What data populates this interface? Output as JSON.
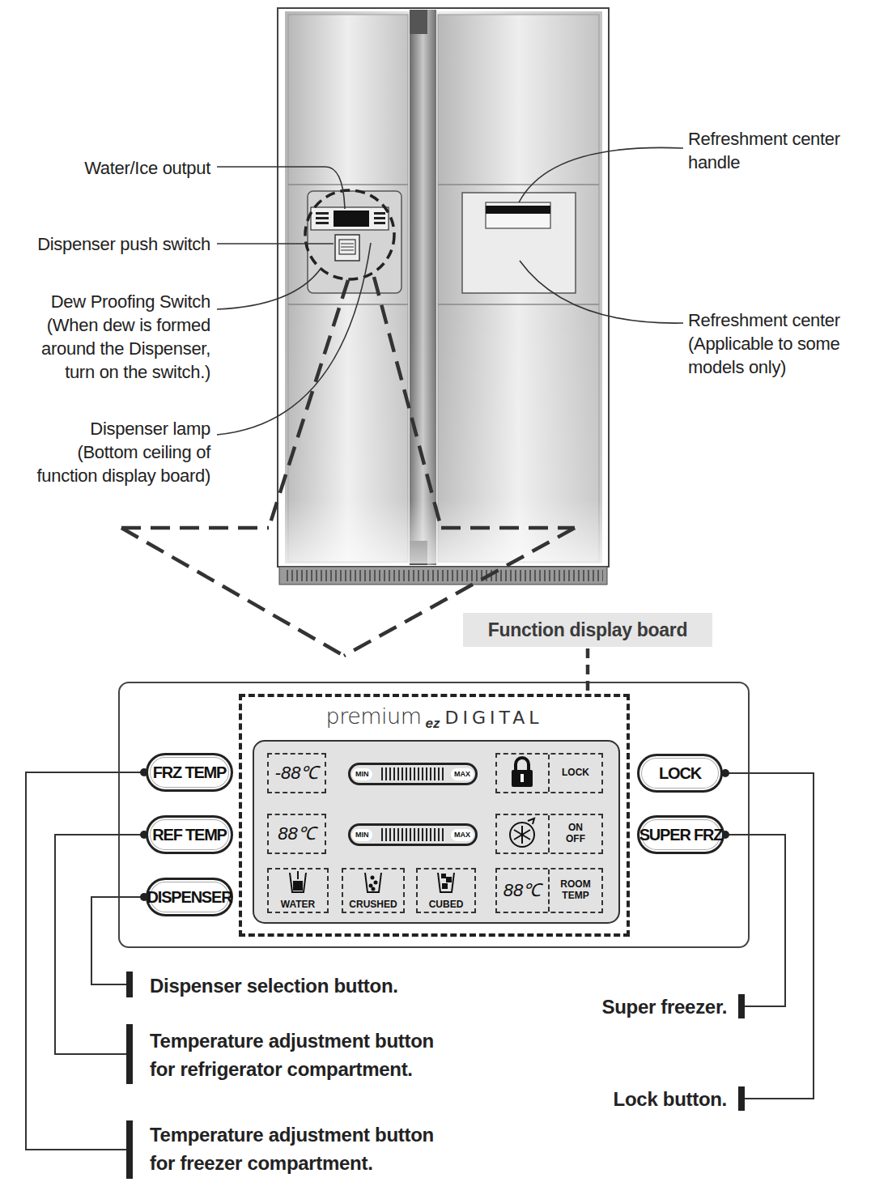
{
  "diagram": {
    "nodes": [
      {
        "text": [
          "Function display board"
        ]
      },
      {
        "text": [
          "FRZ TEMP"
        ]
      },
      {
        "text": [
          "REF TEMP"
        ]
      },
      {
        "text": [
          "DISPENSER"
        ]
      },
      {
        "text": [
          "premium",
          "ez",
          "DIGITAL"
        ]
      },
      {
        "text": [
          "-88℃"
        ],
        "in": 4
      },
      {
        "text": [
          "MIN",
          "MAX"
        ],
        "in": 4
      },
      {
        "text": [
          "LOCK"
        ],
        "in": 4
      },
      {
        "text": [
          "88℃"
        ],
        "in": 4
      },
      {
        "text": [
          "MIN",
          "MAX"
        ],
        "in": 4
      },
      {
        "text": [
          "ON OFF"
        ],
        "in": 4
      },
      {
        "text": [
          "WATER"
        ],
        "in": 4
      },
      {
        "text": [
          "CRUSHED"
        ],
        "in": 4
      },
      {
        "text": [
          "CUBED"
        ],
        "in": 4
      },
      {
        "text": [
          "88℃",
          "ROOM TEMP"
        ],
        "in": 4
      },
      {
        "text": [
          "LOCK"
        ]
      },
      {
        "text": [
          "SUPER FRZ"
        ]
      }
    ],
    "edges": [
      {
        "from": 0,
        "to": 4,
        "arrow": "none"
      }
    ],
    "labels": [
      "Water/Ice output",
      "Dispenser push switch",
      "Dew Proofing Switch (When dew is formed around the Dispenser, turn on the switch.)",
      "Dispenser lamp (Bottom ceiling of function display board)",
      "Refreshment center handle",
      "Refreshment center (Applicable to some models only)",
      "Dispenser selection button.",
      "Temperature adjustment button for refrigerator compartment.",
      "Temperature adjustment button for freezer compartment.",
      "Super freezer.",
      "Lock button."
    ]
  }
}
